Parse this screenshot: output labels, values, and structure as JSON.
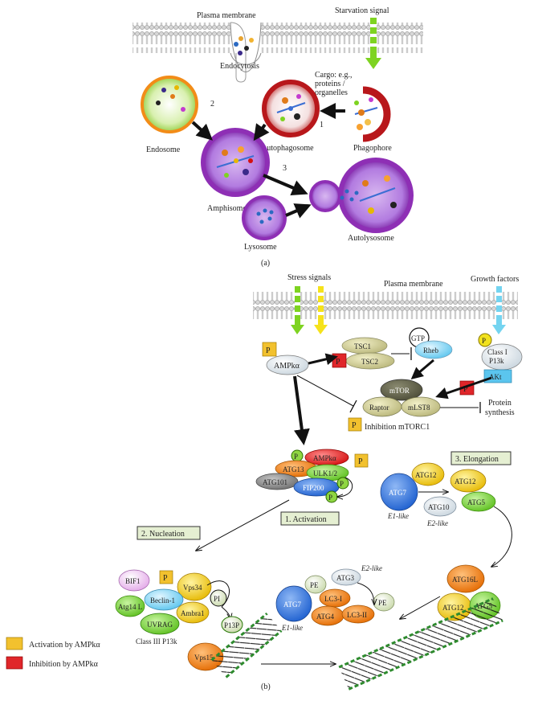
{
  "panel_a": {
    "plasma_membrane": "Plasma membrane",
    "starvation_signal": "Starvation signal",
    "endocytosis": "Endocytosis",
    "cargo_line1": "Cargo: e.g.,",
    "cargo_line2": "proteins /",
    "cargo_line3": "organelles",
    "endosome": "Endosome",
    "autophagosome": "Autophagosome",
    "phagophore": "Phagophore",
    "amphisome": "Amphisome",
    "lysosome": "Lysosome",
    "autolysosome": "Autolysosome",
    "step1": "1",
    "step2": "2",
    "step3": "3",
    "caption": "(a)"
  },
  "panel_b": {
    "stress_signals": "Stress signals",
    "plasma_membrane": "Plasma membrane",
    "growth_factors": "Growth factors",
    "p": "P",
    "ampk": "AMPkα",
    "tsc1": "TSC1",
    "tsc2": "TSC2",
    "gtp": "GTP",
    "rheb": "Rheb",
    "class1_line1": "Class I",
    "class1_line2": "P13k",
    "akt": "AKt",
    "mtor": "mTOR",
    "raptor": "Raptor",
    "mlst8": "mLST8",
    "inhibition_mtorc1": "Inhibition mTORC1",
    "protein_line1": "Protein",
    "protein_line2": "synthesis",
    "atg13": "ATG13",
    "ulk": "ULK1/2",
    "atg101": "ATG101",
    "fip200": "FIP200",
    "activation_box": "1. Activation",
    "elongation_box": "3. Elongation",
    "nucleation_box": "2. Nucleation",
    "atg7": "ATG7",
    "e1_like": "E1-like",
    "atg12": "ATG12",
    "atg10": "ATG10",
    "e2_like": "E2-like",
    "atg5": "ATG5",
    "atg16l": "ATG16L",
    "pe": "PE",
    "atg3": "ATG3",
    "lc3_1": "LC3-I",
    "lc3_2": "LC3-II",
    "atg4": "ATG4",
    "bif1": "BIF1",
    "vps34": "Vps34",
    "beclin": "Beclin-1",
    "atg14": "Atg14 L",
    "ambra": "Ambra1",
    "uvrag": "UVRAG",
    "pi": "PI",
    "p13p": "P13P",
    "vps15": "Vps15",
    "class3": "Class III P13k",
    "caption": "(b)"
  },
  "legend": {
    "activation": "Activation by AMPkα",
    "inhibition": "Inhibition by AMPkα"
  },
  "colors": {
    "activation_box": "#f2c12e",
    "inhibition_box": "#e0262a",
    "green_arrow": "#7ed321",
    "yellow_arrow": "#f5e21b",
    "cyan_arrow": "#74d4f0",
    "amphisome_purple": "#8e2fb5",
    "autophagosome_red": "#b8171b",
    "membrane_green": "#2e8b2e"
  }
}
